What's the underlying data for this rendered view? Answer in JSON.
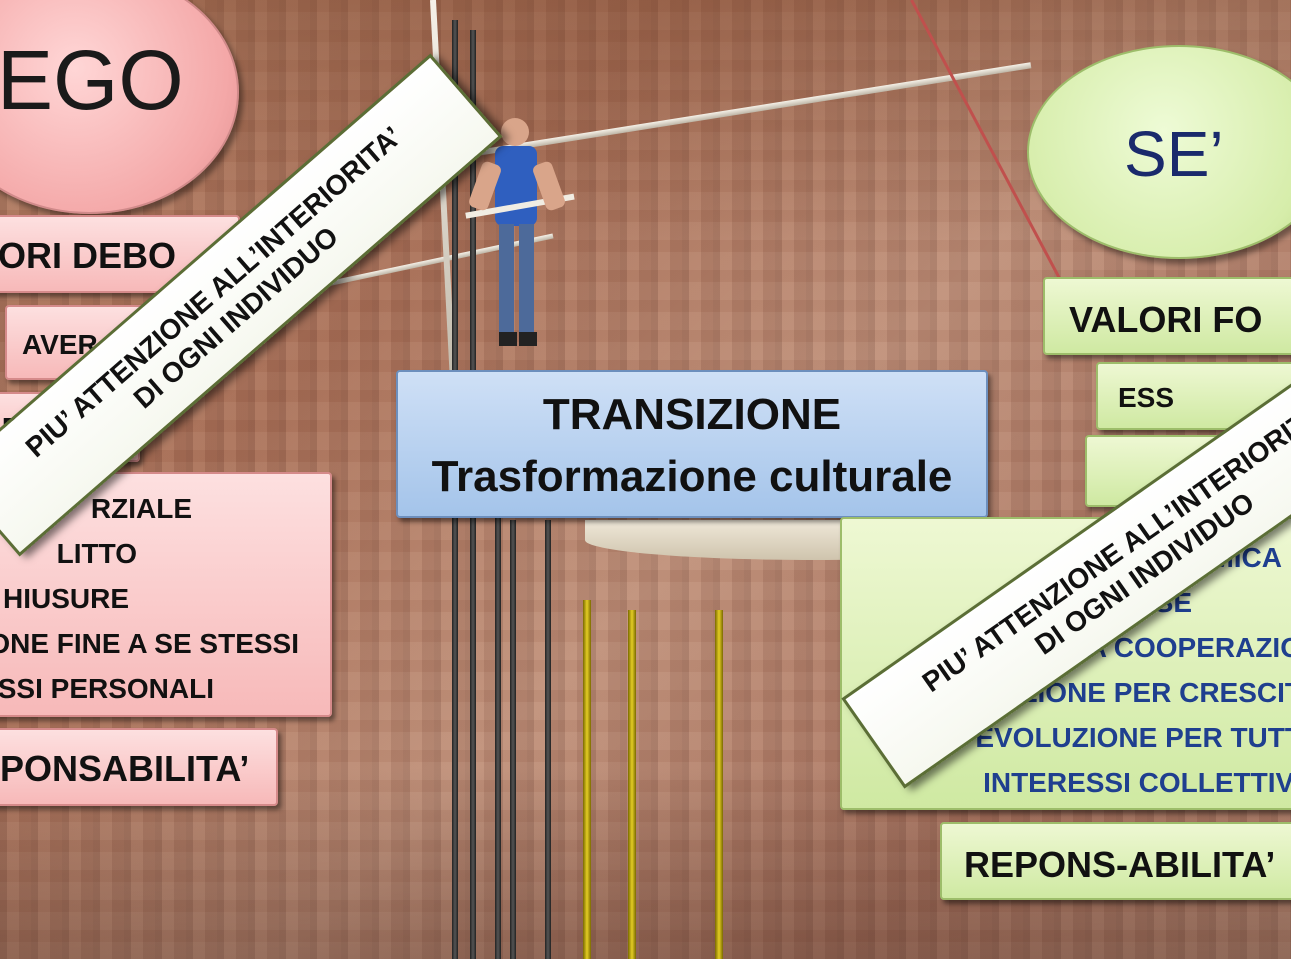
{
  "left": {
    "ellipse_label": "EGO",
    "values_header": "ORI DEBO",
    "item_avere": "AVER",
    "list": [
      "RZIALE",
      "LITTO",
      "HIUSURE",
      "ONE FINE A SE STESSI",
      "SSI PERSONALI"
    ],
    "responsibility": "PONSABILITA’",
    "fragment_p": "P"
  },
  "center": {
    "title": "TRANSIZIONE",
    "subtitle": "Trasformazione culturale"
  },
  "right": {
    "ellipse_label": "SE’",
    "values_header": "VALORI FO",
    "item_essere": "ESS",
    "list": [
      "STEMICA",
      "NTESE",
      "RA COOPERAZIO",
      "ETIZIONE PER CRESCIT",
      "EVOLUZIONE PER TUTT",
      "INTERESSI COLLETTIVI"
    ],
    "responsibility": "REPONS-ABILITA’"
  },
  "banner_left": {
    "line1": "PIU’ ATTENZIONE  ALL’INTERIORITA’",
    "line2": "DI OGNI INDIVIDUO"
  },
  "banner_right": {
    "line1": "PIU’ ATTENZIONE  ALL’INTERIORITA’",
    "line2": "DI OGNI INDIVIDUO"
  },
  "colors": {
    "pink_box": "#f7b9b9",
    "green_box": "#cfe9a2",
    "blue_box": "#a4c4ea",
    "right_list_text": "#1f3f8f",
    "se_label": "#1a2a6c"
  }
}
